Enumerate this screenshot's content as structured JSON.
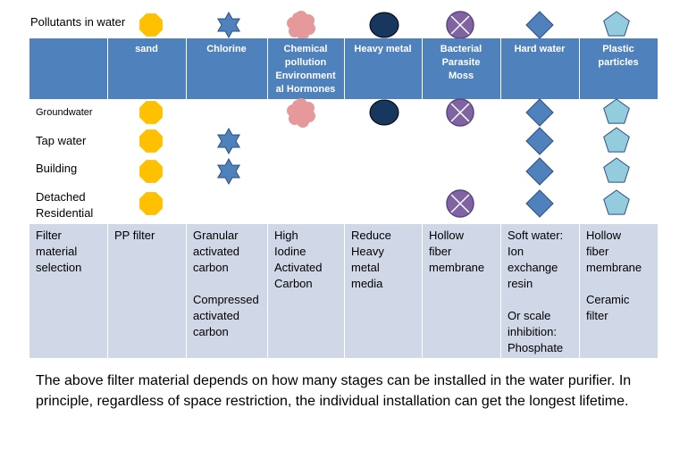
{
  "title": "Pollutants in water",
  "columns": [
    {
      "label": "sand",
      "icon": "octagon-yellow-icon",
      "color": "#ffc000"
    },
    {
      "label": "Chlorine",
      "icon": "star-blue-icon",
      "color": "#4f81bd"
    },
    {
      "label": "Chemical\npollution\nEnvironment\nal Hormones",
      "icon": "cloud-pink-icon",
      "color": "#e5999b"
    },
    {
      "label": "Heavy metal",
      "icon": "circle-navy-icon",
      "color": "#17375e"
    },
    {
      "label": "Bacterial\nParasite\nMoss",
      "icon": "crossed-circle-purple-icon",
      "color": "#8064a2"
    },
    {
      "label": "Hard water",
      "icon": "diamond-blue-icon",
      "color": "#4f81bd"
    },
    {
      "label": "Plastic\nparticles",
      "icon": "pentagon-lightblue-icon",
      "color": "#93cddd"
    }
  ],
  "rows": [
    {
      "label": "Groundwater",
      "has": [
        true,
        false,
        true,
        true,
        true,
        true,
        true
      ]
    },
    {
      "label": "Tap water",
      "has": [
        true,
        true,
        false,
        false,
        false,
        true,
        true
      ]
    },
    {
      "label": "Building",
      "has": [
        true,
        true,
        false,
        false,
        false,
        true,
        true
      ]
    },
    {
      "label": "Detached\nResidential",
      "has": [
        true,
        false,
        false,
        false,
        true,
        true,
        true
      ]
    }
  ],
  "filter": {
    "label": "Filter\nmaterial\nselection",
    "values": [
      "PP filter",
      "Granular\nactivated\ncarbon\n\nCompressed\nactivated\ncarbon",
      "High\nIodine\nActivated\nCarbon",
      "Reduce\nHeavy\nmetal\nmedia",
      "Hollow\nfiber\nmembrane",
      "Soft water:\nIon\nexchange\nresin\n\nOr scale\ninhibition:\nPhosphate",
      "Hollow\nfiber\nmembrane\n\nCeramic\nfilter"
    ]
  },
  "note": "The above filter material depends on how many stages can be installed in the water purifier. In principle, regardless of space restriction, the individual installation can get the longest lifetime."
}
